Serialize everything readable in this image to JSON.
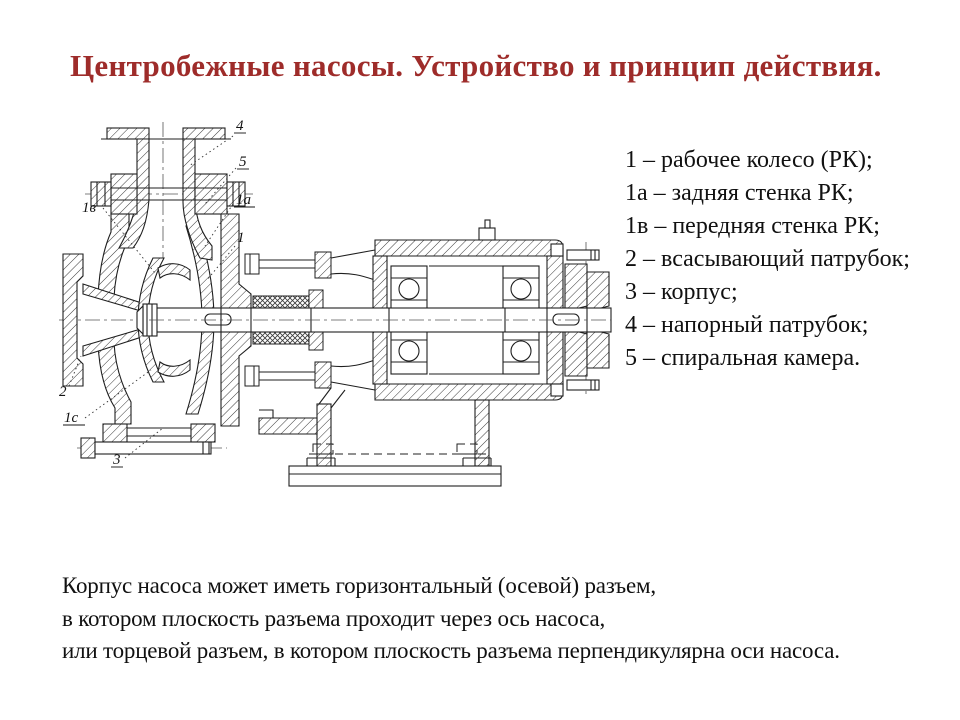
{
  "slide": {
    "title": {
      "text": "Центробежные насосы. Устройство и принцип действия.",
      "color": "#9e2c2a"
    },
    "legend": {
      "items": [
        "1 – рабочее колесо (РК);",
        "1а – задняя стенка РК;",
        "1в – передняя стенка РК;",
        "2 – всасывающий патрубок;",
        "3 – корпус;",
        "4 – напорный патрубок;",
        "5 – спиральная камера."
      ]
    },
    "note": {
      "lines": [
        "Корпус насоса может иметь горизонтальный (осевой) разъем,",
        "в котором плоскость разъема проходит через ось насоса,",
        "или торцевой разъем, в котором плоскость разъема перпендикулярна оси насоса."
      ]
    },
    "diagram": {
      "type": "engineering cross-section drawing",
      "subject": "console-type centrifugal pump",
      "ink_color": "#1f1f1f",
      "callouts": [
        {
          "text": "4"
        },
        {
          "text": "5"
        },
        {
          "text": "1а"
        },
        {
          "text": "1"
        },
        {
          "text": "1в"
        },
        {
          "text": "2"
        },
        {
          "text": "1с"
        },
        {
          "text": "3"
        }
      ]
    }
  }
}
